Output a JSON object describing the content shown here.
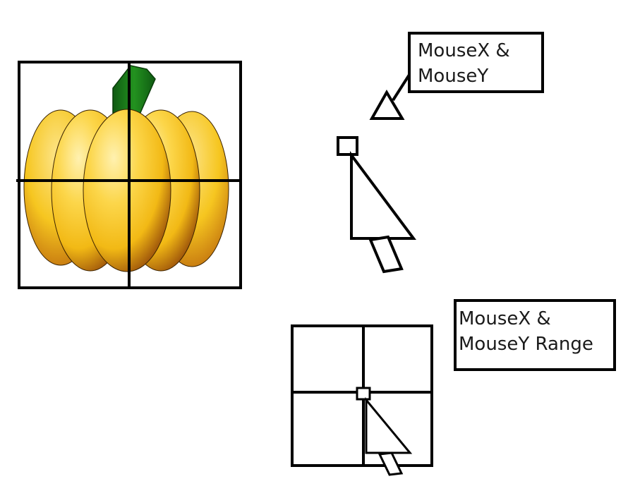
{
  "labels": {
    "mouse_xy": {
      "line1": "MouseX &",
      "line2": "MouseY"
    },
    "mouse_xy_range": {
      "line1": "MouseX &",
      "line2": "MouseY Range"
    }
  },
  "colors": {
    "stroke": "#000000",
    "pumpkin_light": "#fde68a",
    "pumpkin_mid": "#f8c81a",
    "pumpkin_dark": "#9a4a0a",
    "stem": "#1e7a1e",
    "stem_dark": "#0f4f0f"
  },
  "icons": {
    "pumpkin": "pumpkin-icon",
    "cursor": "mouse-cursor-icon",
    "pointer_triangle": "triangle-pointer-icon"
  }
}
